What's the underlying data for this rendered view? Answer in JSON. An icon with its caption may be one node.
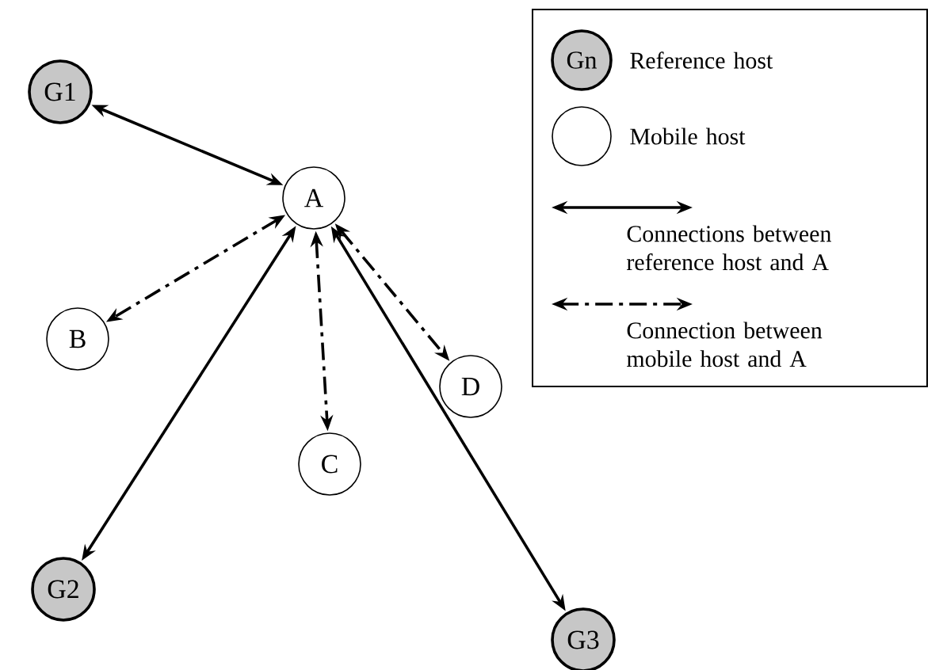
{
  "diagram": {
    "nodes": [
      {
        "text": [
          "G1"
        ]
      },
      {
        "text": [
          "A"
        ]
      },
      {
        "text": [
          "B"
        ]
      },
      {
        "text": [
          "D"
        ]
      },
      {
        "text": [
          "C"
        ]
      },
      {
        "text": [
          "G2"
        ]
      },
      {
        "text": [
          "G3"
        ]
      }
    ],
    "edges": [
      {
        "from": 0,
        "to": 1,
        "arrow": "both"
      },
      {
        "from": 1,
        "to": 2,
        "arrow": "both",
        "style": "dashed"
      },
      {
        "from": 1,
        "to": 4,
        "arrow": "both",
        "style": "dashed"
      },
      {
        "from": 1,
        "to": 3,
        "arrow": "both",
        "style": "dashed"
      },
      {
        "from": 1,
        "to": 5,
        "arrow": "both"
      },
      {
        "from": 1,
        "to": 6,
        "arrow": "both"
      }
    ],
    "labels": [
      "Gn"
    ],
    "legend": [
      {
        "text": "Reference host"
      },
      {
        "text": "Mobile host"
      },
      {
        "text": "Connections between reference host and A"
      },
      {
        "text": "Connection between mobile host and A"
      }
    ]
  }
}
